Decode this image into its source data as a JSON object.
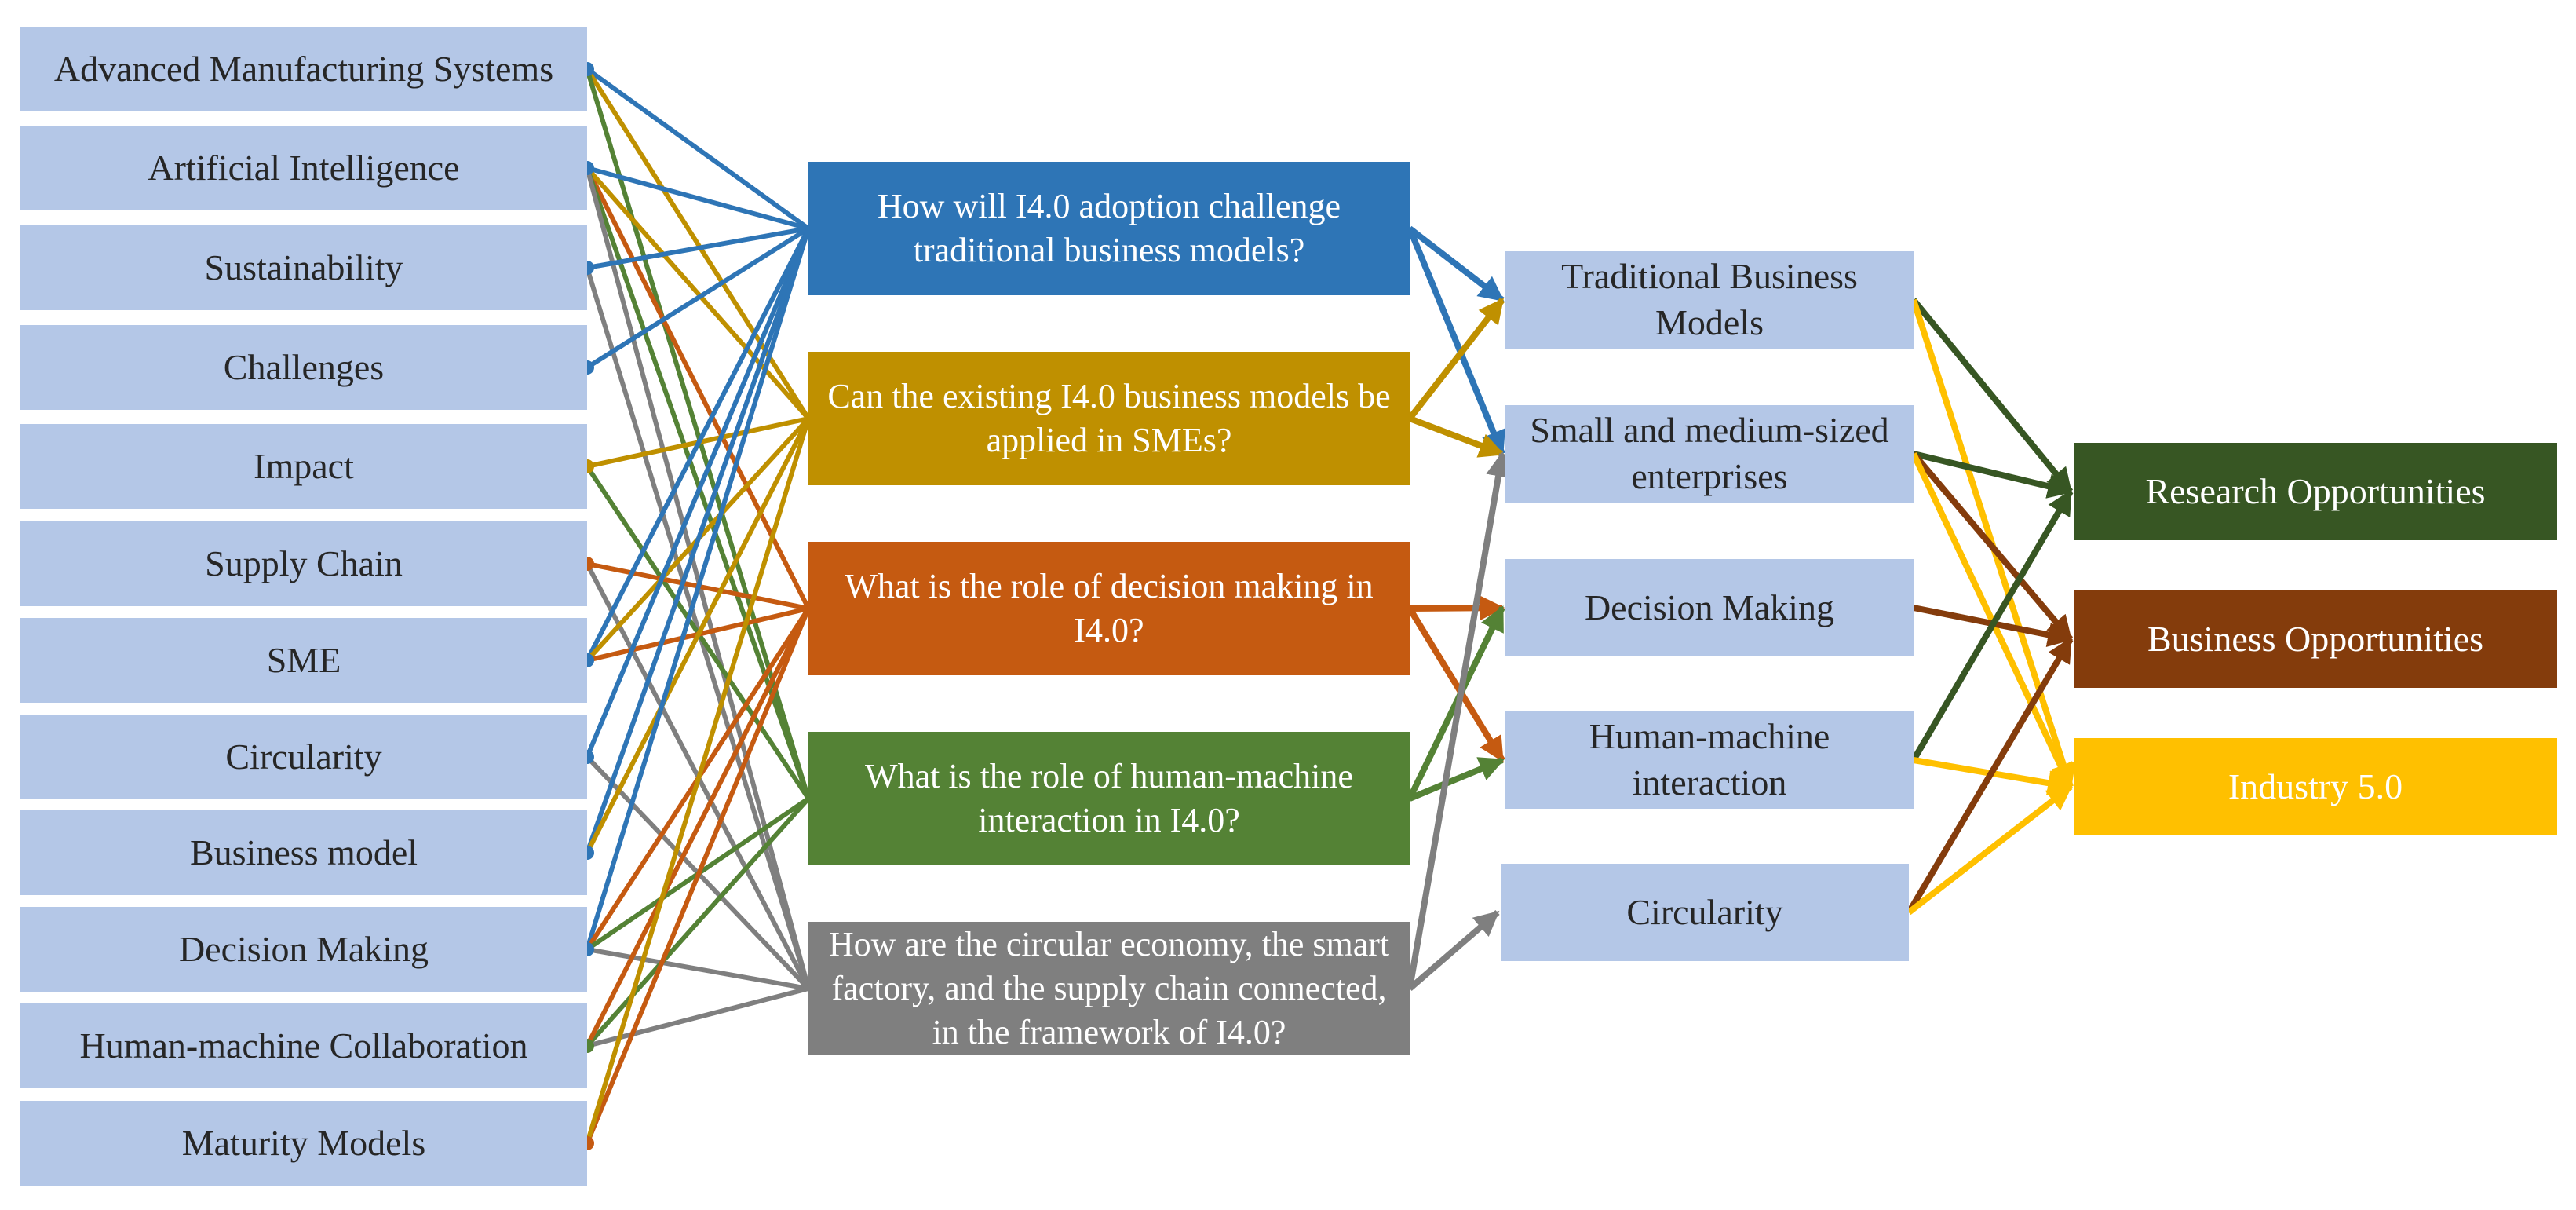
{
  "colors": {
    "keyword_fill": "#b4c7e7",
    "blue": "#2e75b6",
    "gold": "#bf9000",
    "orange": "#c55a11",
    "green": "#548235",
    "gray": "#7f7f7f",
    "dark_green": "#375623",
    "brown": "#843c0c",
    "yellow": "#ffc000"
  },
  "keywords": [
    "Advanced Manufacturing Systems",
    "Artificial Intelligence",
    "Sustainability",
    "Challenges",
    "Impact",
    "Supply Chain",
    "SME",
    "Circularity",
    "Business model",
    "Decision Making",
    "Human-machine Collaboration",
    "Maturity Models"
  ],
  "questions": [
    {
      "text": "How will I4.0 adoption challenge traditional business models?",
      "color": "blue"
    },
    {
      "text": "Can the existing I4.0 business models be applied in SMEs?",
      "color": "gold"
    },
    {
      "text": "What is the role of decision making in I4.0?",
      "color": "orange"
    },
    {
      "text": "What is the role of human-machine interaction in I4.0?",
      "color": "green"
    },
    {
      "text": "How are the circular economy, the smart factory, and the supply chain connected, in the framework of I4.0?",
      "color": "gray"
    }
  ],
  "themes": [
    "Traditional Business Models",
    "Small and medium-sized enterprises",
    "Decision Making",
    "Human-machine interaction",
    "Circularity"
  ],
  "outcomes": [
    {
      "text": "Research Opportunities",
      "color": "dark_green"
    },
    {
      "text": "Business Opportunities",
      "color": "brown"
    },
    {
      "text": "Industry 5.0",
      "color": "yellow"
    }
  ],
  "keyword_links": [
    {
      "keyword": 0,
      "question": 0,
      "color": "blue"
    },
    {
      "keyword": 0,
      "question": 1,
      "color": "gold"
    },
    {
      "keyword": 0,
      "question": 3,
      "color": "green"
    },
    {
      "keyword": 1,
      "question": 0,
      "color": "blue"
    },
    {
      "keyword": 1,
      "question": 2,
      "color": "orange"
    },
    {
      "keyword": 1,
      "question": 1,
      "color": "gold"
    },
    {
      "keyword": 1,
      "question": 3,
      "color": "green"
    },
    {
      "keyword": 1,
      "question": 4,
      "color": "gray"
    },
    {
      "keyword": 2,
      "question": 0,
      "color": "blue"
    },
    {
      "keyword": 2,
      "question": 4,
      "color": "gray"
    },
    {
      "keyword": 3,
      "question": 0,
      "color": "blue"
    },
    {
      "keyword": 4,
      "question": 1,
      "color": "gold"
    },
    {
      "keyword": 4,
      "question": 3,
      "color": "green"
    },
    {
      "keyword": 5,
      "question": 2,
      "color": "orange"
    },
    {
      "keyword": 5,
      "question": 4,
      "color": "gray"
    },
    {
      "keyword": 6,
      "question": 0,
      "color": "blue"
    },
    {
      "keyword": 6,
      "question": 1,
      "color": "gold"
    },
    {
      "keyword": 6,
      "question": 2,
      "color": "orange"
    },
    {
      "keyword": 7,
      "question": 0,
      "color": "blue"
    },
    {
      "keyword": 7,
      "question": 4,
      "color": "gray"
    },
    {
      "keyword": 8,
      "question": 0,
      "color": "blue"
    },
    {
      "keyword": 8,
      "question": 1,
      "color": "gold"
    },
    {
      "keyword": 9,
      "question": 0,
      "color": "blue"
    },
    {
      "keyword": 9,
      "question": 2,
      "color": "orange"
    },
    {
      "keyword": 9,
      "question": 3,
      "color": "green"
    },
    {
      "keyword": 9,
      "question": 4,
      "color": "gray"
    },
    {
      "keyword": 10,
      "question": 3,
      "color": "green"
    },
    {
      "keyword": 10,
      "question": 4,
      "color": "gray"
    },
    {
      "keyword": 10,
      "question": 2,
      "color": "orange"
    },
    {
      "keyword": 11,
      "question": 2,
      "color": "orange"
    },
    {
      "keyword": 11,
      "question": 1,
      "color": "gold"
    }
  ],
  "question_links": [
    {
      "question": 0,
      "theme": 0,
      "color": "blue"
    },
    {
      "question": 0,
      "theme": 1,
      "color": "blue"
    },
    {
      "question": 1,
      "theme": 0,
      "color": "gold"
    },
    {
      "question": 1,
      "theme": 1,
      "color": "gold"
    },
    {
      "question": 2,
      "theme": 2,
      "color": "orange"
    },
    {
      "question": 2,
      "theme": 3,
      "color": "orange"
    },
    {
      "question": 3,
      "theme": 2,
      "color": "green"
    },
    {
      "question": 3,
      "theme": 3,
      "color": "green"
    },
    {
      "question": 4,
      "theme": 1,
      "color": "gray"
    },
    {
      "question": 4,
      "theme": 4,
      "color": "gray"
    }
  ],
  "theme_links": [
    {
      "theme": 0,
      "outcome": 0,
      "color": "dark_green"
    },
    {
      "theme": 0,
      "outcome": 2,
      "color": "yellow"
    },
    {
      "theme": 1,
      "outcome": 0,
      "color": "dark_green"
    },
    {
      "theme": 1,
      "outcome": 1,
      "color": "brown"
    },
    {
      "theme": 1,
      "outcome": 2,
      "color": "yellow"
    },
    {
      "theme": 2,
      "outcome": 1,
      "color": "brown"
    },
    {
      "theme": 3,
      "outcome": 0,
      "color": "dark_green"
    },
    {
      "theme": 3,
      "outcome": 2,
      "color": "yellow"
    },
    {
      "theme": 4,
      "outcome": 1,
      "color": "brown"
    },
    {
      "theme": 4,
      "outcome": 2,
      "color": "yellow"
    }
  ]
}
